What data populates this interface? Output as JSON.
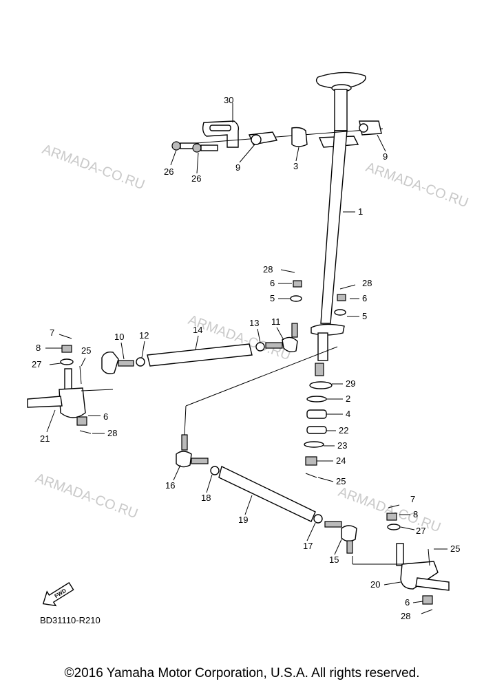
{
  "watermark": "ARMADA-CO.RU",
  "diagram_code": "BD31110-R210",
  "fwd_label": "FWD",
  "copyright": "©2016 Yamaha Motor Corporation, U.S.A. All rights reserved.",
  "callouts": {
    "c30": "30",
    "c26a": "26",
    "c26b": "26",
    "c9a": "9",
    "c3": "3",
    "c9b": "9",
    "c1": "1",
    "c28a": "28",
    "c6a": "6",
    "c5a": "5",
    "c28b": "28",
    "c6b": "6",
    "c5b": "5",
    "c13": "13",
    "c11": "11",
    "c14": "14",
    "c10": "10",
    "c12": "12",
    "c7a": "7",
    "c8a": "8",
    "c25a": "25",
    "c27a": "27",
    "c6c": "6",
    "c21": "21",
    "c28c": "28",
    "c29": "29",
    "c2": "2",
    "c4": "4",
    "c22": "22",
    "c23": "23",
    "c24": "24",
    "c25b": "25",
    "c16": "16",
    "c18": "18",
    "c19": "19",
    "c17": "17",
    "c15": "15",
    "c7b": "7",
    "c8b": "8",
    "c27b": "27",
    "c25c": "25",
    "c20": "20",
    "c6d": "6",
    "c28d": "28"
  }
}
